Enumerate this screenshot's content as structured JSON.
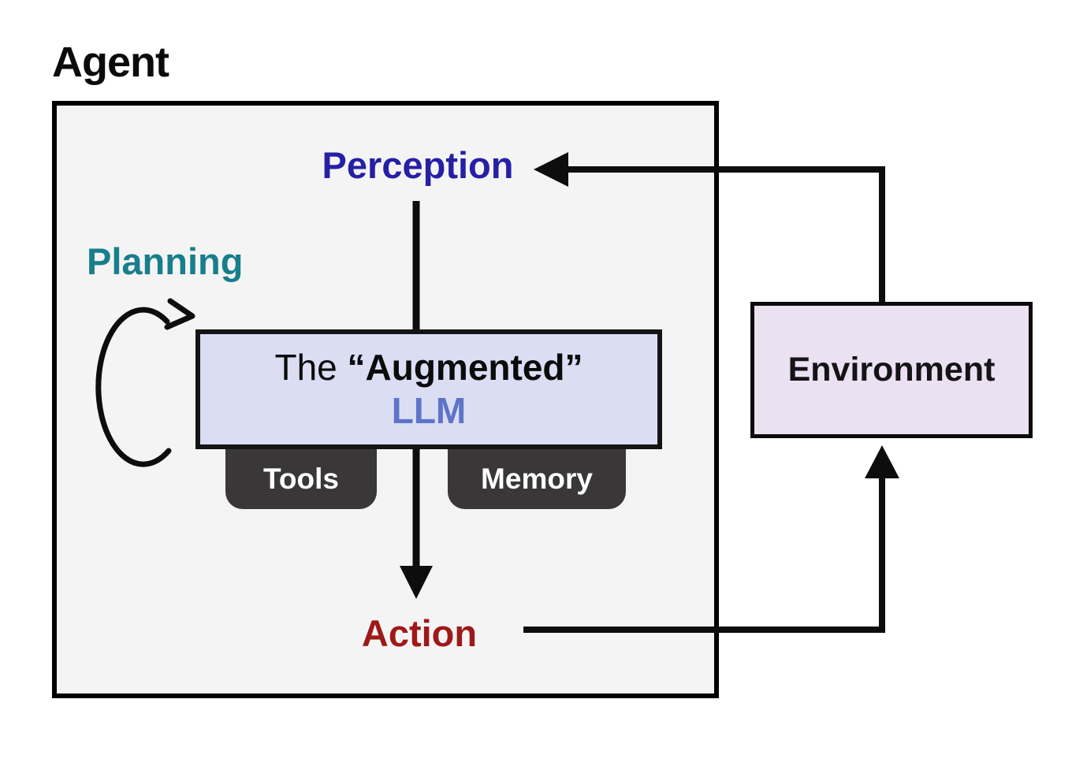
{
  "title": "Agent",
  "agent": {
    "perception_label": "Perception",
    "planning_label": "Planning",
    "llm": {
      "prefix": "The ",
      "quoted": "“Augmented”",
      "name": "LLM"
    },
    "tools_label": "Tools",
    "memory_label": "Memory",
    "action_label": "Action"
  },
  "environment_label": "Environment",
  "colors": {
    "ink": "#0d0d0d",
    "perception": "#2620a5",
    "planning": "#177e8c",
    "llm-text": "#5d74c8",
    "llm-fill": "#dbdef3",
    "action": "#9e1919",
    "env-fill": "#ebe1f1",
    "tab-fill": "#3a3739",
    "agent-fill": "#f5f4f4"
  }
}
